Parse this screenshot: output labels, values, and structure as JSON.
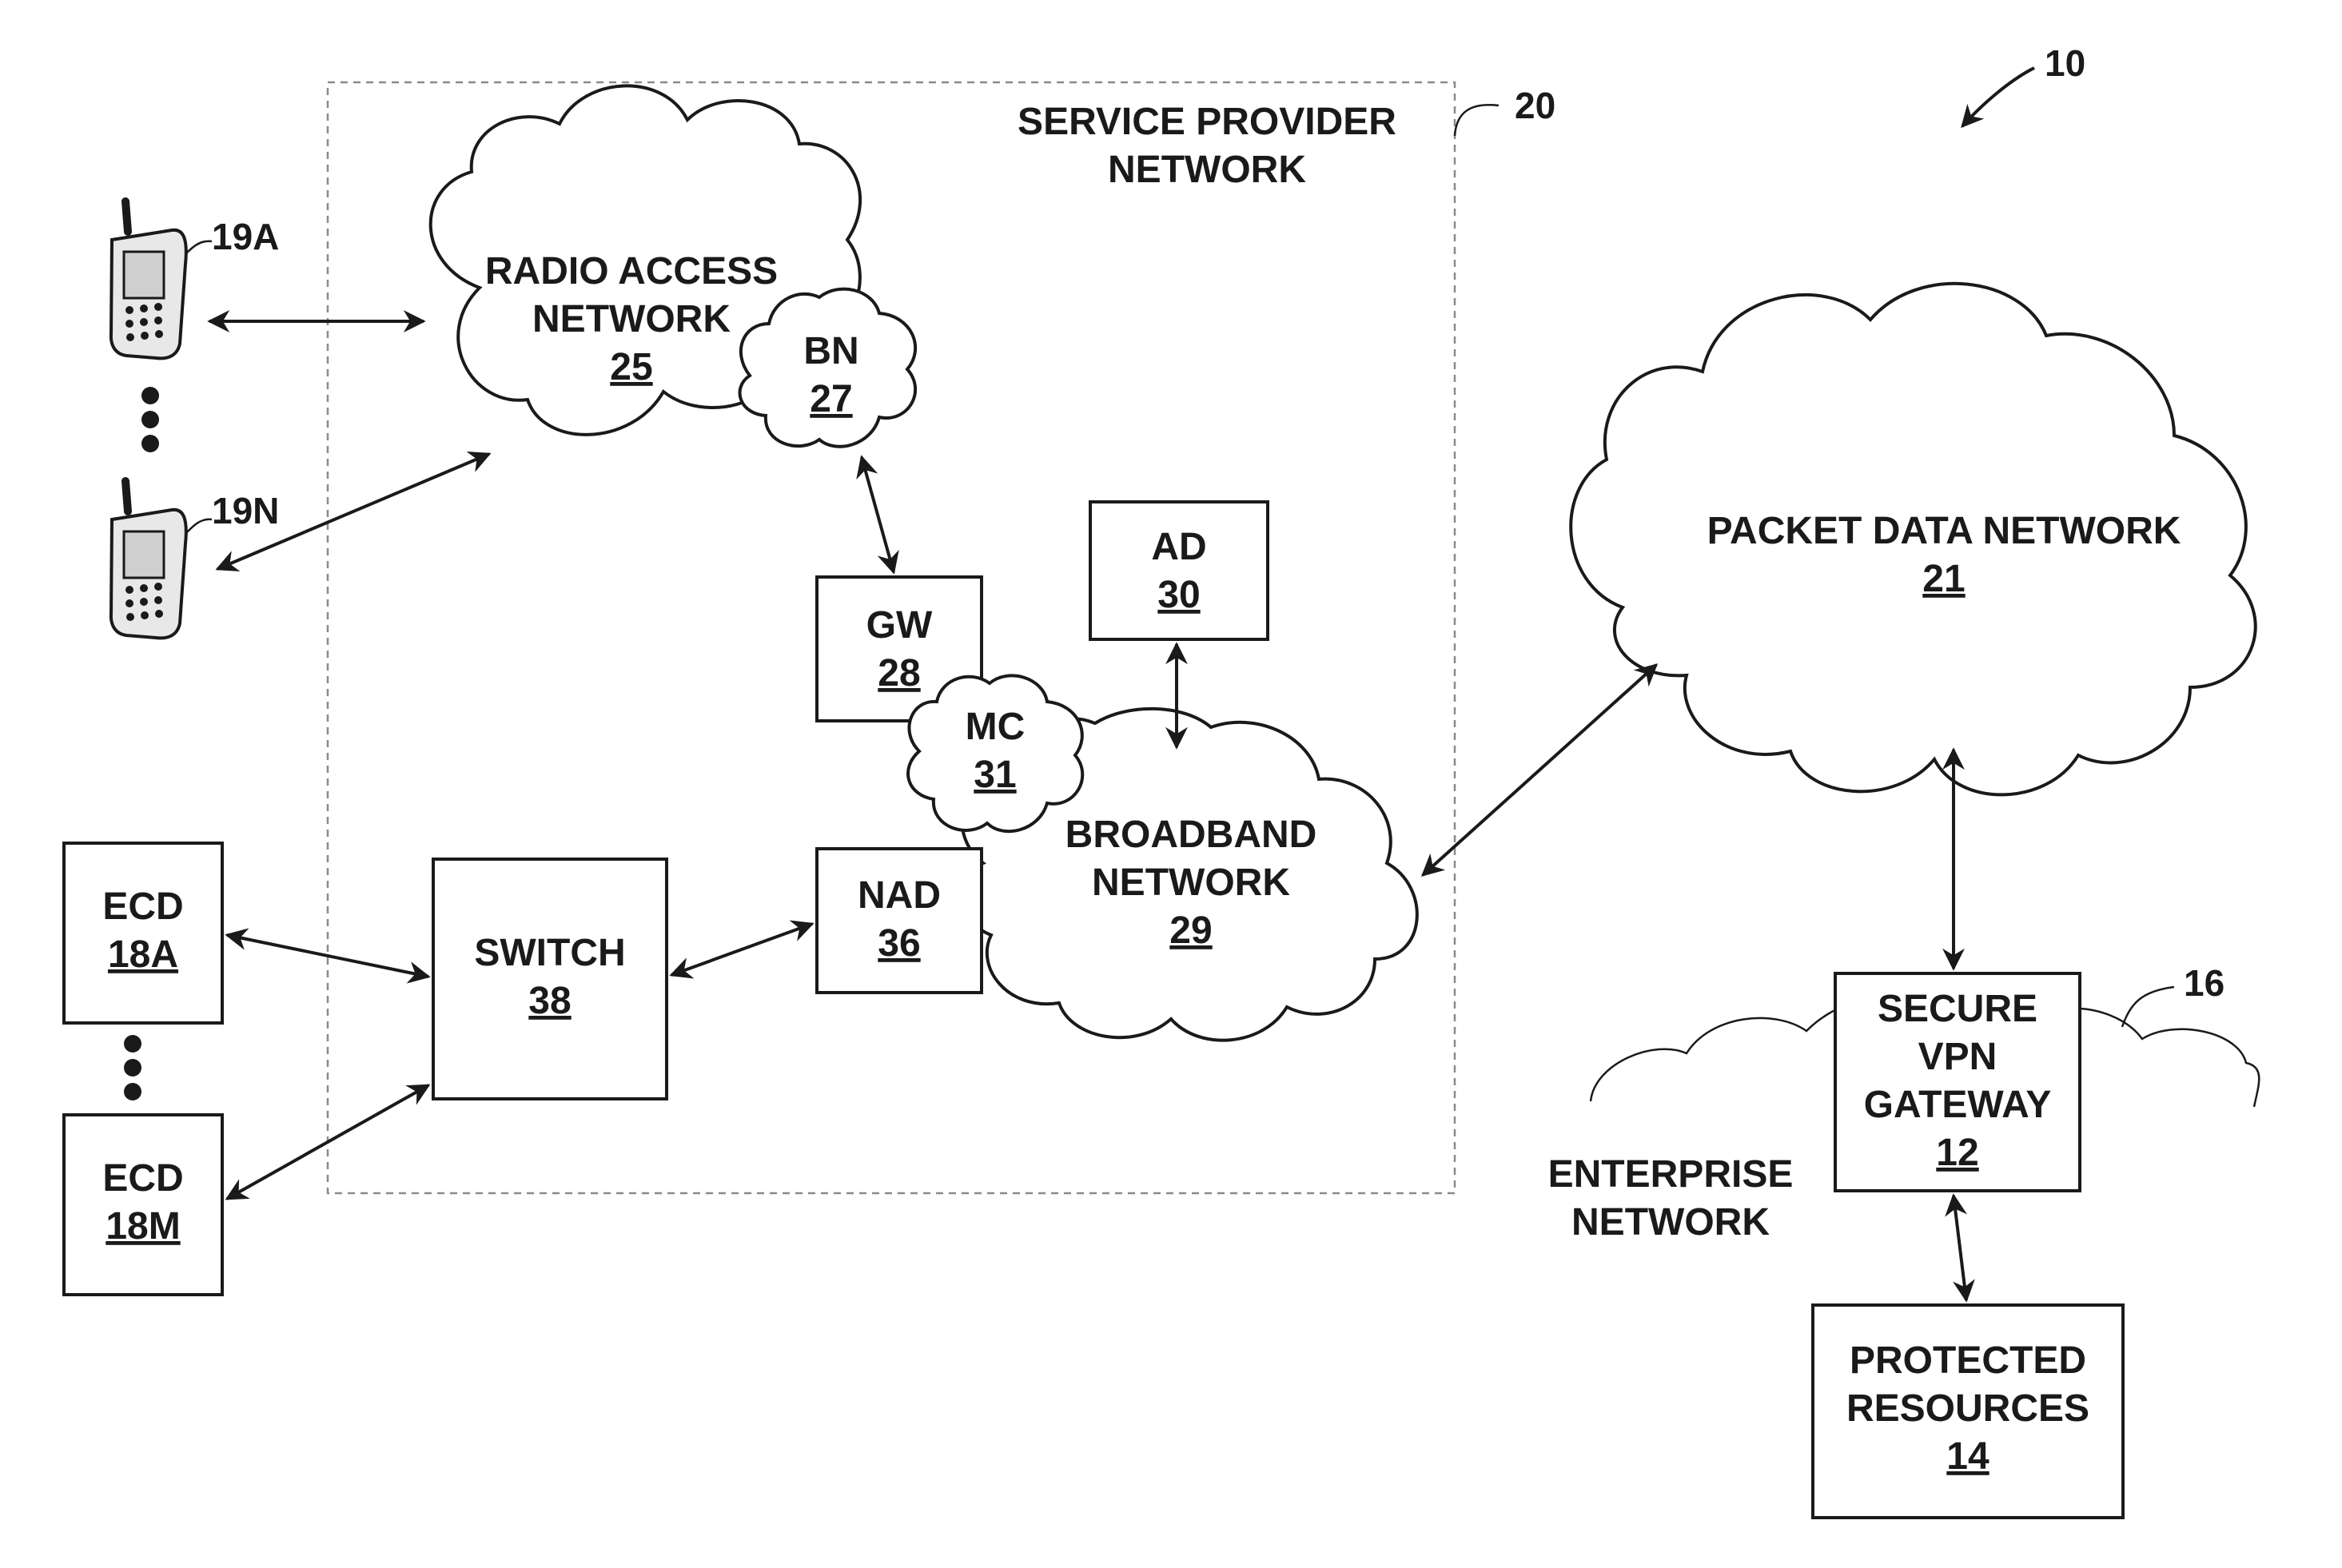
{
  "figure_ref": "10",
  "service_provider": {
    "label_line1": "SERVICE PROVIDER",
    "label_line2": "NETWORK",
    "ref": "20"
  },
  "radio_access": {
    "line1": "RADIO ACCESS",
    "line2": "NETWORK",
    "ref": "25"
  },
  "bn": {
    "label": "BN",
    "ref": "27"
  },
  "gw": {
    "label": "GW",
    "ref": "28"
  },
  "mc": {
    "label": "MC",
    "ref": "31"
  },
  "ad": {
    "label": "AD",
    "ref": "30"
  },
  "broadband": {
    "line1": "BROADBAND",
    "line2": "NETWORK",
    "ref": "29"
  },
  "nad": {
    "label": "NAD",
    "ref": "36"
  },
  "switch": {
    "label": "SWITCH",
    "ref": "38"
  },
  "ecd_a": {
    "label": "ECD",
    "ref": "18A"
  },
  "ecd_m": {
    "label": "ECD",
    "ref": "18M"
  },
  "phone_a": {
    "ref": "19A"
  },
  "phone_n": {
    "ref": "19N"
  },
  "packet_data": {
    "label": "PACKET DATA NETWORK",
    "ref": "21"
  },
  "vpn_gateway": {
    "line1": "SECURE",
    "line2": "VPN",
    "line3": "GATEWAY",
    "ref": "12"
  },
  "enterprise": {
    "line1": "ENTERPRISE",
    "line2": "NETWORK",
    "ref": "16"
  },
  "protected": {
    "line1": "PROTECTED",
    "line2": "RESOURCES",
    "ref": "14"
  }
}
